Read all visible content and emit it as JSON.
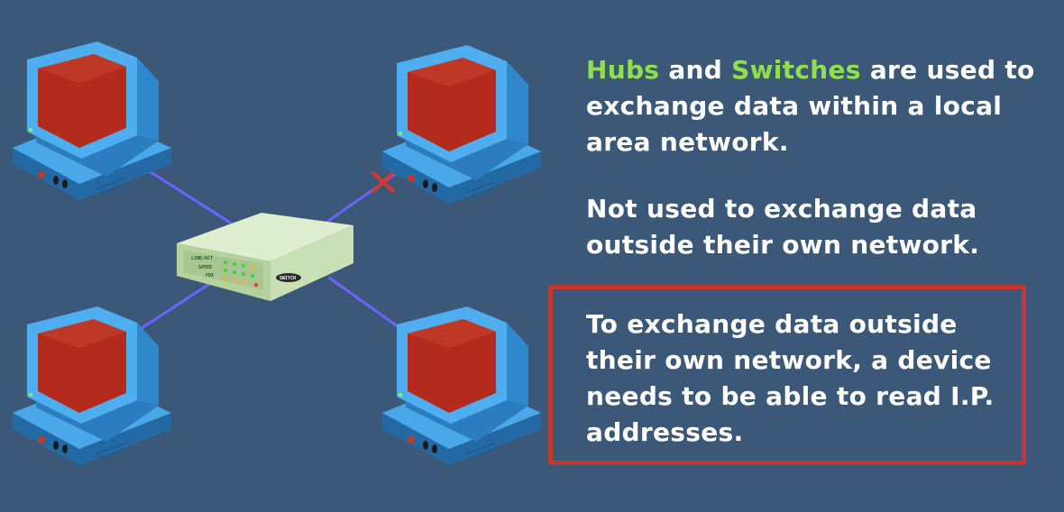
{
  "colors": {
    "background": "#3c5879",
    "highlight_green": "#8ee04e",
    "callout_border": "#c4372d",
    "cable": "#6a63ff",
    "break_mark": "#d33a2c",
    "monitor_body": "#3f9fe0",
    "screen": "#b22b1c",
    "switch_body": "#c9dfb6"
  },
  "icons": {
    "computer": "desktop-computer-icon",
    "switch": "network-switch-icon",
    "break": "x-mark-icon"
  },
  "text": {
    "para1": {
      "hubs": "Hubs",
      "and": " and ",
      "switches": "Switches",
      "rest": " are used to exchange data within a local area network."
    },
    "para2": "Not used to exchange data outside their own network.",
    "para3": "To exchange data outside their own network, a device needs to be able to read I.P. addresses."
  },
  "switch_panel": {
    "labels": [
      "LINK/ACT",
      "SPEED",
      "FDX"
    ],
    "badge": "SWITCH"
  }
}
